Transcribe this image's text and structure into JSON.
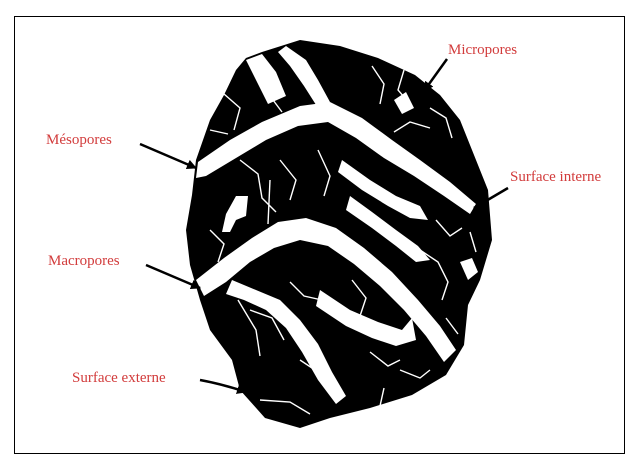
{
  "labels": {
    "micropores": "Micropores",
    "mesopores": "Mésopores",
    "surface_interne": "Surface interne",
    "macropores": "Macropores",
    "surface_externe": "Surface externe"
  },
  "colors": {
    "label_text": "#d23c3c",
    "particle": "#000000",
    "pores": "#ffffff",
    "arrow": "#000000"
  }
}
